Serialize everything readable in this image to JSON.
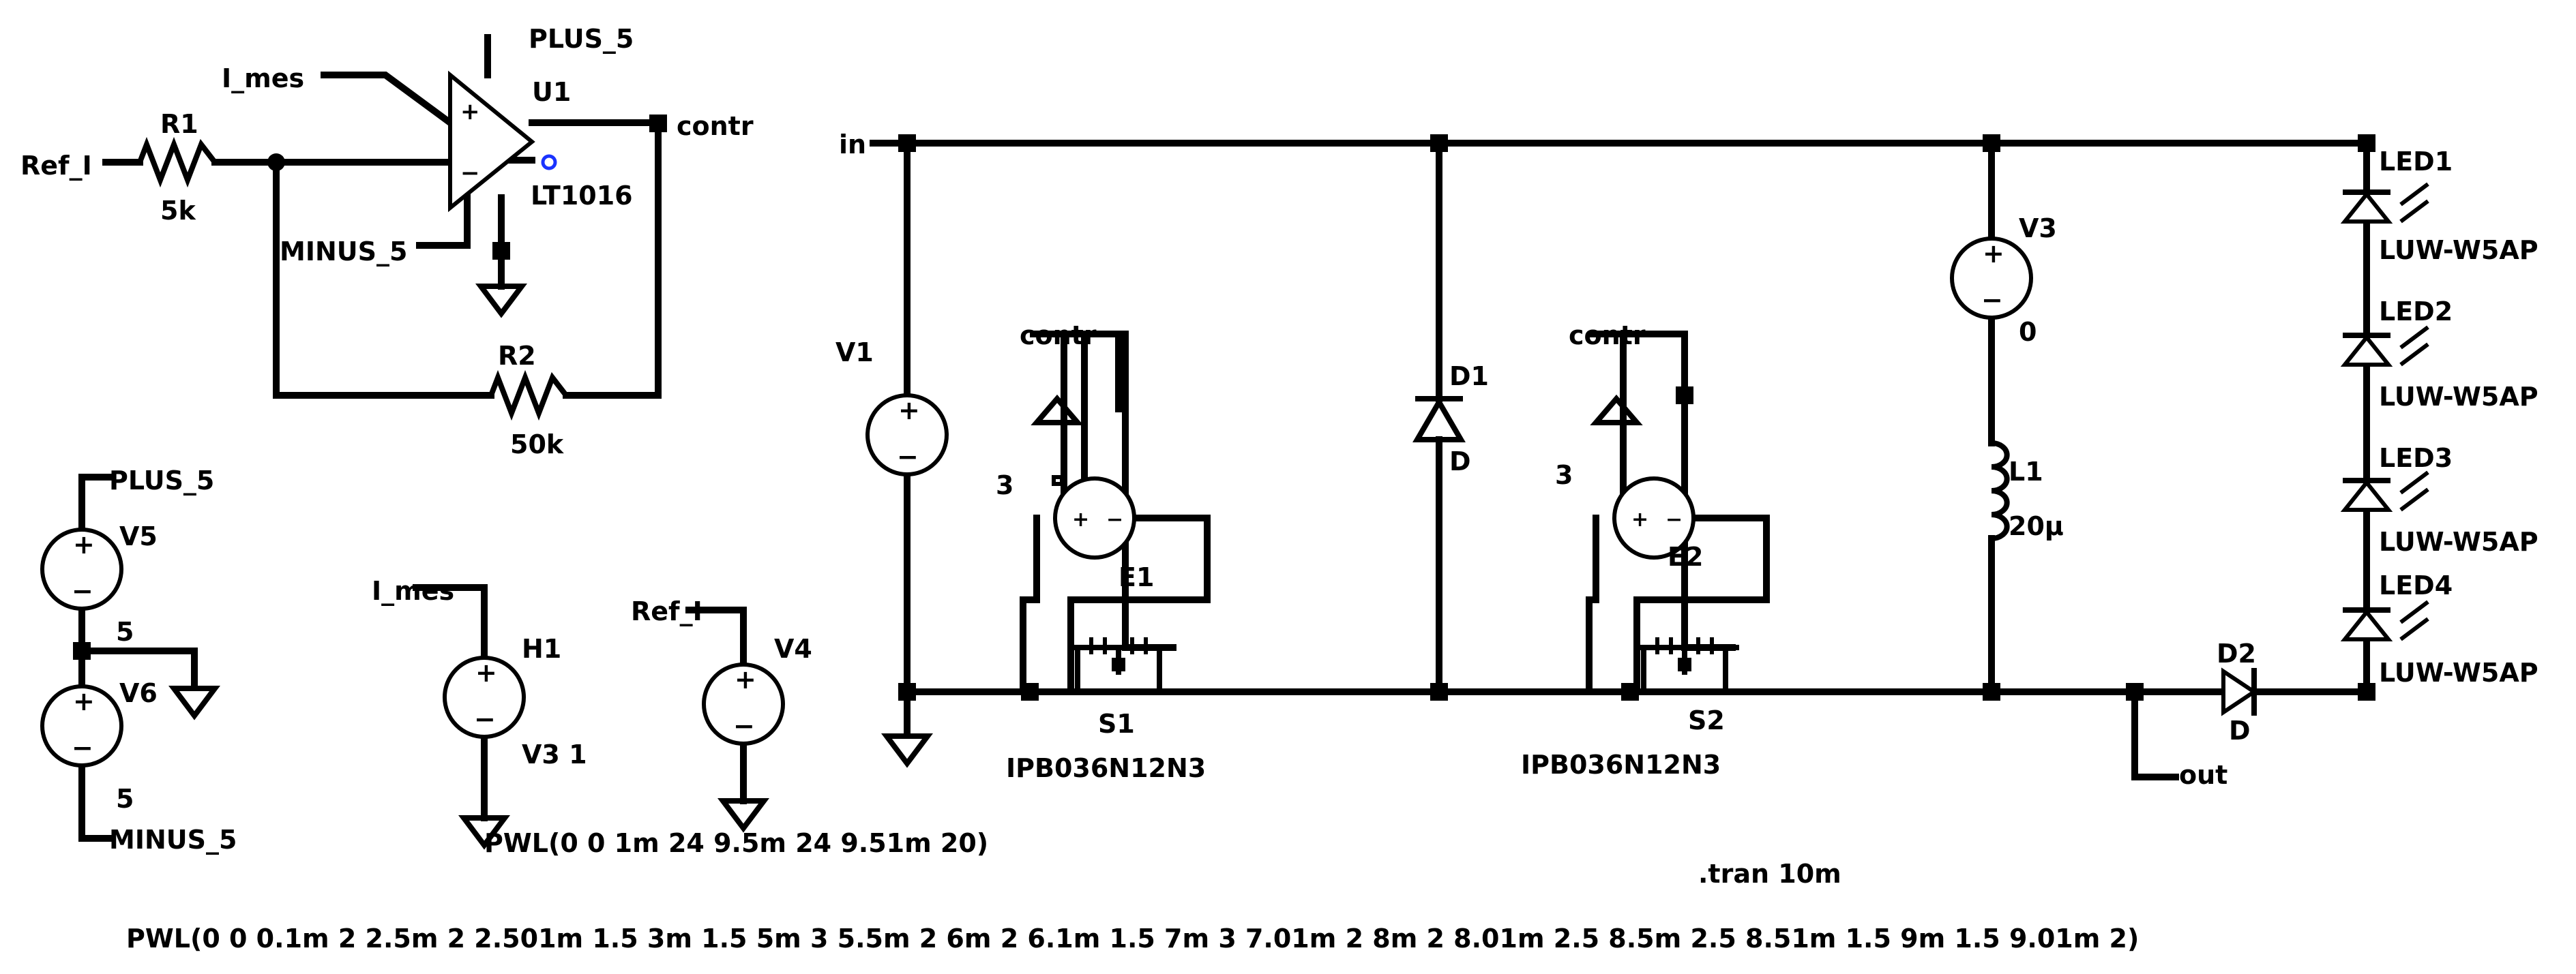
{
  "nets": {
    "ref_i_left": "Ref_I",
    "i_mes_top": "I_mes",
    "plus5_top": "PLUS_5",
    "minus5_top": "MINUS_5",
    "contr_out": "contr",
    "in": "in",
    "contr_e1": "contr",
    "contr_e2": "contr",
    "plus5_v5": "PLUS_5",
    "minus5_v6": "MINUS_5",
    "i_mes_h1": "I_mes",
    "ref_i_v4": "Ref_I",
    "out": "out"
  },
  "components": {
    "r1": {
      "name": "R1",
      "value": "5k"
    },
    "r2": {
      "name": "R2",
      "value": "50k"
    },
    "u1": {
      "name": "U1",
      "value": "LT1016"
    },
    "v1": {
      "name": "V1"
    },
    "v3": {
      "name": "V3",
      "value": "0"
    },
    "v4": {
      "name": "V4"
    },
    "v5": {
      "name": "V5",
      "value": "5"
    },
    "v6": {
      "name": "V6",
      "value": "5"
    },
    "h1": {
      "name": "H1",
      "value": "V3 1"
    },
    "e1": {
      "name": "E1",
      "gain": "3"
    },
    "e2": {
      "name": "E2",
      "gain": "3"
    },
    "s1": {
      "name": "S1",
      "value": "IPB036N12N3"
    },
    "s2": {
      "name": "S2",
      "value": "IPB036N12N3"
    },
    "d1": {
      "name": "D1",
      "value": "D"
    },
    "d2": {
      "name": "D2",
      "value": "D"
    },
    "l1": {
      "name": "L1",
      "value": "20µ"
    },
    "led1": {
      "name": "LED1",
      "value": "LUW-W5AP"
    },
    "led2": {
      "name": "LED2",
      "value": "LUW-W5AP"
    },
    "led3": {
      "name": "LED3",
      "value": "LUW-W5AP"
    },
    "led4": {
      "name": "LED4",
      "value": "LUW-W5AP"
    }
  },
  "directives": {
    "v4_pwl": "PWL(0 0 1m 24 9.5m 24 9.51m 20)",
    "tran": ".tran 10m",
    "v1_pwl": "PWL(0 0 0.1m 2 2.5m 2 2.501m 1.5 3m 1.5 5m 3 5.5m 2 6m 2 6.1m 1.5 7m 3 7.01m 2 8m 2 8.01m 2.5 8.5m 2.5 8.51m 1.5 9m 1.5 9.01m 2)"
  }
}
